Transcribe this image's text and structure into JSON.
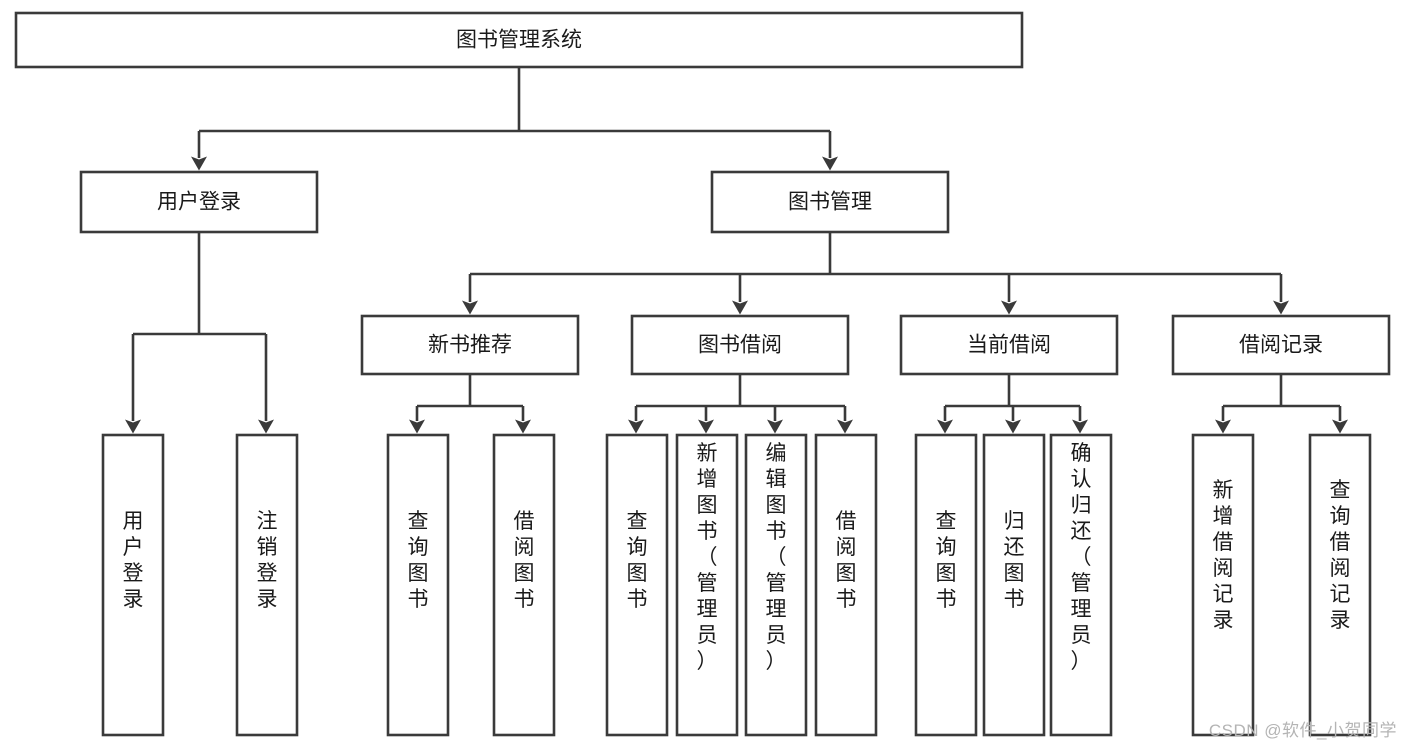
{
  "diagram": {
    "type": "tree-hierarchy",
    "title": "图书管理系统",
    "watermark": "CSDN @软件_小贺同学",
    "colors": {
      "box_fill": "#ffffff",
      "box_stroke": "#3a3a3a",
      "text": "#1a1a1a",
      "background": "#ffffff",
      "watermark": "#b4b4b4"
    },
    "levels": {
      "root": {
        "label": "图书管理系统",
        "orientation": "horizontal"
      },
      "level2": [
        {
          "label": "用户登录",
          "orientation": "horizontal"
        },
        {
          "label": "图书管理",
          "orientation": "horizontal"
        }
      ],
      "level3": [
        {
          "label": "新书推荐",
          "orientation": "horizontal",
          "parent": "图书管理"
        },
        {
          "label": "图书借阅",
          "orientation": "horizontal",
          "parent": "图书管理"
        },
        {
          "label": "当前借阅",
          "orientation": "horizontal",
          "parent": "图书管理"
        },
        {
          "label": "借阅记录",
          "orientation": "horizontal",
          "parent": "图书管理"
        }
      ],
      "leaves": [
        {
          "label": "用户登录",
          "orientation": "vertical",
          "parent": "用户登录"
        },
        {
          "label": "注销登录",
          "orientation": "vertical",
          "parent": "用户登录"
        },
        {
          "label": "查询图书",
          "orientation": "vertical",
          "parent": "新书推荐"
        },
        {
          "label": "借阅图书",
          "orientation": "vertical",
          "parent": "新书推荐"
        },
        {
          "label": "查询图书",
          "orientation": "vertical",
          "parent": "图书借阅"
        },
        {
          "label": "新增图书（管理员）",
          "orientation": "vertical",
          "parent": "图书借阅"
        },
        {
          "label": "编辑图书（管理员）",
          "orientation": "vertical",
          "parent": "图书借阅"
        },
        {
          "label": "借阅图书",
          "orientation": "vertical",
          "parent": "图书借阅"
        },
        {
          "label": "查询图书",
          "orientation": "vertical",
          "parent": "当前借阅"
        },
        {
          "label": "归还图书",
          "orientation": "vertical",
          "parent": "当前借阅"
        },
        {
          "label": "确认归还（管理员）",
          "orientation": "vertical",
          "parent": "当前借阅"
        },
        {
          "label": "新增借阅记录",
          "orientation": "vertical",
          "parent": "借阅记录"
        },
        {
          "label": "查询借阅记录",
          "orientation": "vertical",
          "parent": "借阅记录"
        }
      ]
    }
  }
}
